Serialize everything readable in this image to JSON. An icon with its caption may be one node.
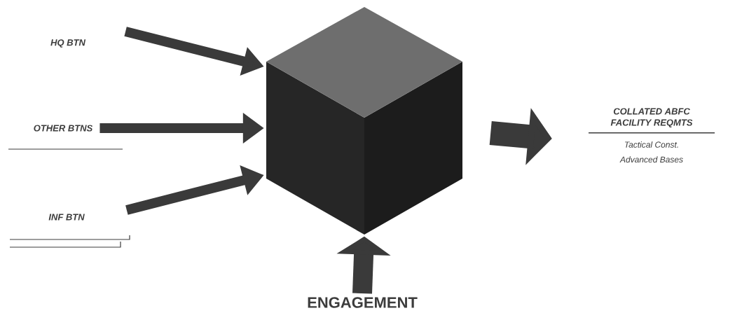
{
  "diagram": {
    "nodes": [
      {
        "text": [
          "HQ BTN"
        ]
      },
      {
        "text": [
          "OTHER BTNS"
        ]
      },
      {
        "text": [
          "INF BTN"
        ]
      },
      {
        "text": [],
        "shape": "cube"
      },
      {
        "text": [
          "COLLATED ABFC FACILITY REQMTS",
          "Tactical Const.",
          "Advanced Bases"
        ]
      },
      {
        "text": [
          "ENGAGEMENT"
        ]
      }
    ],
    "edges": [
      {
        "from": 0,
        "to": 3,
        "arrow": "to"
      },
      {
        "from": 1,
        "to": 3,
        "arrow": "to"
      },
      {
        "from": 2,
        "to": 3,
        "arrow": "to"
      },
      {
        "from": 3,
        "to": 4,
        "arrow": "to",
        "style": "thick"
      },
      {
        "from": 5,
        "to": 3,
        "arrow": "to",
        "style": "thick"
      }
    ]
  }
}
